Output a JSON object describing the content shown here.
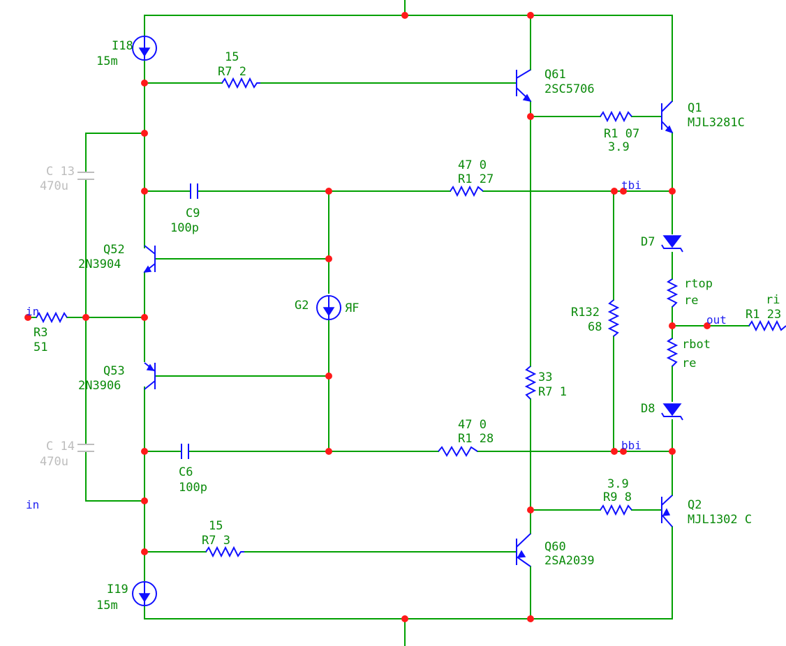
{
  "components": {
    "I18": {
      "ref": "I18",
      "value": "15m"
    },
    "I19": {
      "ref": "I19",
      "value": "15m"
    },
    "R72": {
      "ref": "R7 2",
      "value": "15"
    },
    "R73": {
      "ref": "R7 3",
      "value": "15"
    },
    "Q61": {
      "ref": "Q61",
      "part": "2SC5706"
    },
    "Q60": {
      "ref": "Q60",
      "part": "2SA2039"
    },
    "Q1": {
      "ref": "Q1",
      "part": "MJL3281C"
    },
    "Q2": {
      "ref": "Q2",
      "part": "MJL1302 C"
    },
    "R107": {
      "ref": "R1 07",
      "value": "3.9"
    },
    "R98": {
      "ref": "R9 8",
      "value": "3.9"
    },
    "C13": {
      "ref": "C 13",
      "value": "470u"
    },
    "C14": {
      "ref": "C 14",
      "value": "470u"
    },
    "C9": {
      "ref": "C9",
      "value": "100p"
    },
    "C6": {
      "ref": "C6",
      "value": "100p"
    },
    "R127": {
      "ref": "R1 27",
      "value": "47 0"
    },
    "R128": {
      "ref": "R1 28",
      "value": "47 0"
    },
    "Q52": {
      "ref": "Q52",
      "part": "2N3904"
    },
    "Q53": {
      "ref": "Q53",
      "part": "2N3906"
    },
    "R3": {
      "ref": "R3",
      "value": "51"
    },
    "G2": {
      "ref": "G2",
      "symbol": "ЯF"
    },
    "R132": {
      "ref": "R132",
      "value": "68"
    },
    "R71": {
      "ref": "R7 1",
      "value": "33"
    },
    "D7": {
      "ref": "D7"
    },
    "D8": {
      "ref": "D8"
    },
    "rtop": {
      "ref": "rtop",
      "value": "re"
    },
    "rbot": {
      "ref": "rbot",
      "value": "re"
    },
    "R123": {
      "ref": "R1 23",
      "value": "ri"
    }
  },
  "nets": {
    "in_top": "in",
    "in_bottom": "in",
    "tbi": "tbi",
    "bbi": "bbi",
    "out": "out"
  },
  "colors": {
    "wire": "#00a000",
    "component": "#1010ff",
    "label": "#0a8a0a",
    "disabled": "#bdbdbd",
    "junction": "#ff1a1a",
    "net_label": "#1e1ef0"
  }
}
